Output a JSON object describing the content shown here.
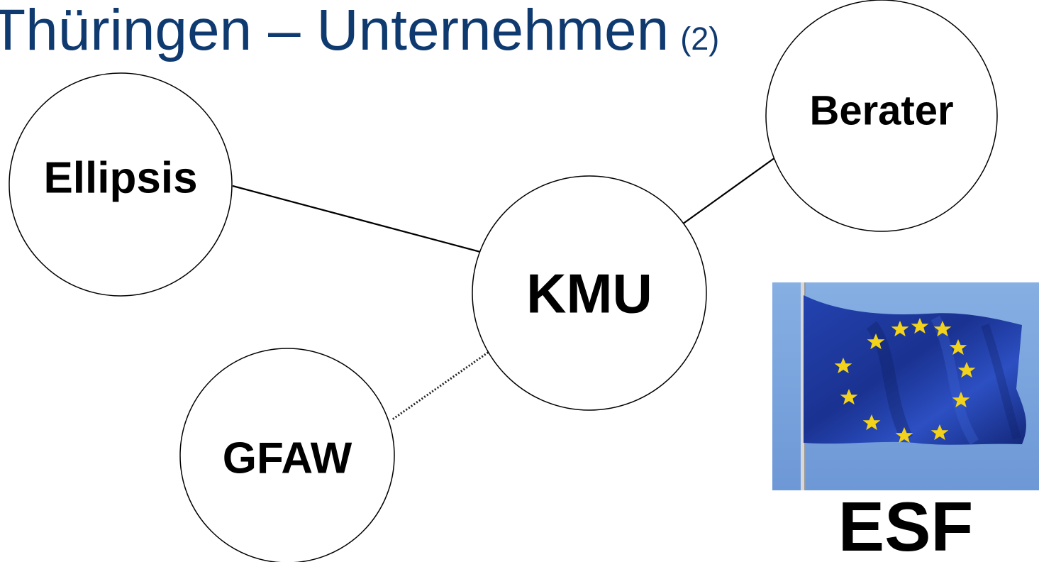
{
  "title": {
    "text": "Thüringen – Unternehmen",
    "suffix": "(2)"
  },
  "diagram": {
    "nodes": {
      "ellipsis": "Ellipsis",
      "berater": "Berater",
      "kmu": "KMU",
      "gfaw": "GFAW"
    },
    "edges": [
      {
        "from": "Ellipsis",
        "to": "KMU",
        "style": "solid"
      },
      {
        "from": "KMU",
        "to": "Berater",
        "style": "solid"
      },
      {
        "from": "KMU",
        "to": "GFAW",
        "style": "dotted"
      }
    ]
  },
  "esf": {
    "label": "ESF",
    "flag_icon": "eu-flag-icon"
  },
  "colors": {
    "title": "#0f3a70",
    "flag_blue": "#1a3aa0",
    "sky": "#7aa4de",
    "star": "#f2d21a",
    "line": "#000000"
  }
}
